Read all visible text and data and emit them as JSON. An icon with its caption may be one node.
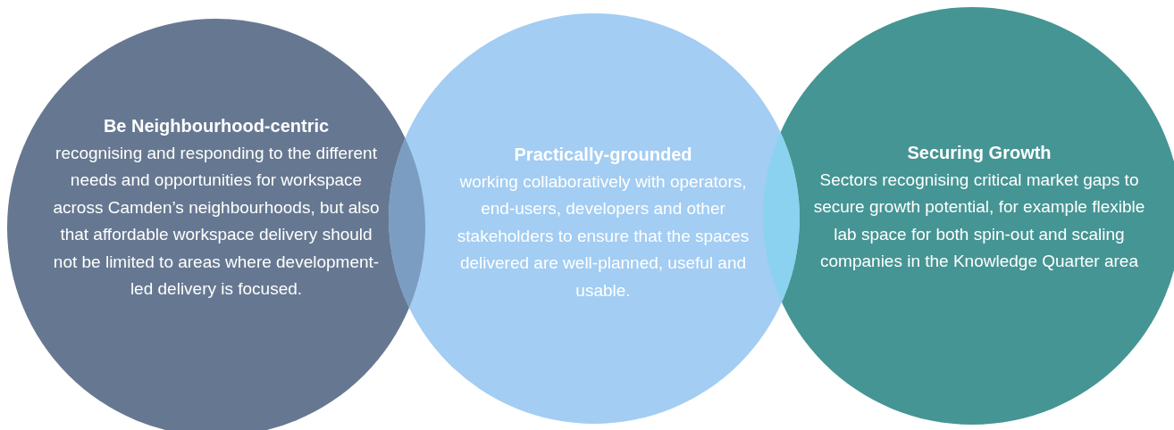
{
  "diagram": {
    "nodes": [
      {
        "text": [
          "Be Neighbourhood-centric",
          "recognising and responding to the different needs and opportunities for workspace across Camden’s neighbourhoods, but also that affordable workspace delivery should not be limited to areas where development-led delivery is focused."
        ]
      },
      {
        "text": [
          "Practically-grounded",
          "working collaboratively with operators, end-users, developers and other stakeholders to ensure that the spaces delivered are well-planned, useful and usable."
        ]
      },
      {
        "text": [
          "Securing Growth",
          "Sectors recognising critical market gaps to secure growth potential, for example flexible lab space for both spin-out and scaling companies in the Knowledge Quarter area"
        ]
      }
    ]
  }
}
